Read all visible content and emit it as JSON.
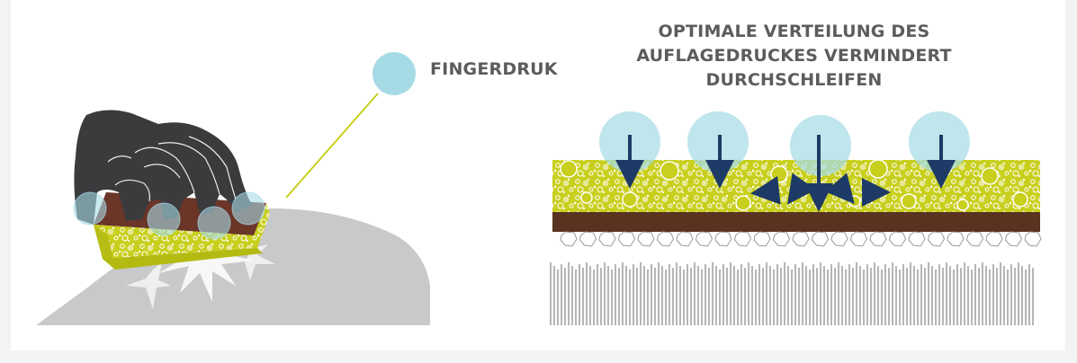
{
  "labels": {
    "finger_pressure": "FINGERDRUK",
    "headline": [
      "OPTIMALE VERTEILUNG DES",
      "AUFLAGEDRUCKES VERMINDERT",
      "DURCHSCHLEIFEN"
    ]
  },
  "colors": {
    "glove": "#3b3b3e",
    "pad_brown": "#6b3528",
    "pad_yellow": "#c8cf1d",
    "finger_circle": "#a6dbe6",
    "arrow": "#1e3a66",
    "surface": "#c8c9cb",
    "leader_line": "#c8cf1d"
  },
  "icons": {
    "hand": "gloved-hand-icon",
    "arrow": "pressure-arrow-icon"
  }
}
